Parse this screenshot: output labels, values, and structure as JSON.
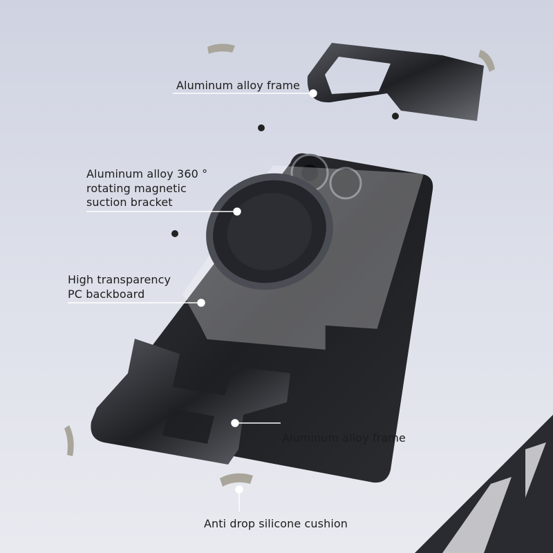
{
  "callouts": {
    "top_frame": "Aluminum alloy frame",
    "bracket": [
      "Aluminum alloy 360 °",
      "rotating magnetic",
      "suction bracket"
    ],
    "backboard": [
      "High transparency",
      "PC backboard"
    ],
    "bottom_frame": "Aluminum alloy frame",
    "cushion": "Anti drop silicone cushion"
  },
  "colors": {
    "background": "#d6d9e5",
    "frame": "#2a2c31",
    "leader_line": "#ffffff",
    "text": "#1c1c1c"
  }
}
